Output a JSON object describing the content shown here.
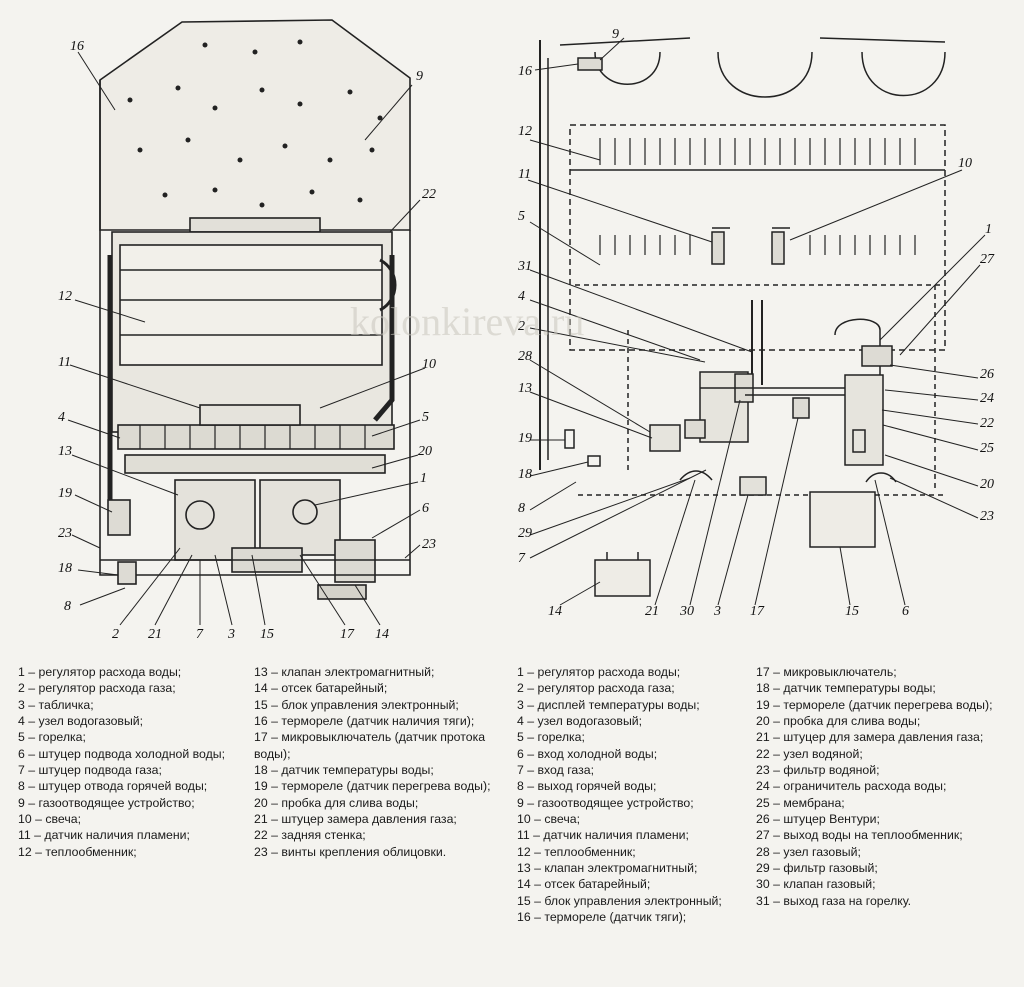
{
  "watermark": "kolonkireva.ru",
  "left_callouts": [
    "16",
    "9",
    "22",
    "12",
    "11",
    "10",
    "4",
    "5",
    "13",
    "20",
    "1",
    "19",
    "6",
    "23",
    "23",
    "18",
    "8",
    "2",
    "21",
    "7",
    "3",
    "15",
    "17",
    "14"
  ],
  "right_callouts": [
    "9",
    "16",
    "12",
    "10",
    "11",
    "5",
    "1",
    "31",
    "27",
    "4",
    "2",
    "26",
    "28",
    "24",
    "13",
    "22",
    "25",
    "19",
    "18",
    "20",
    "8",
    "23",
    "29",
    "7",
    "21",
    "30",
    "3",
    "17",
    "15",
    "6",
    "14"
  ],
  "legend_left": [
    "1 – регулятор расхода воды;",
    "2 – регулятор расхода газа;",
    "3 – табличка;",
    "4 – узел водогазовый;",
    "5 – горелка;",
    "6 – штуцер подвода холодной воды;",
    "7 – штуцер подвода газа;",
    "8 – штуцер отвода горячей воды;",
    "9 – газоотводящее устройство;",
    "10 – свеча;",
    "11 – датчик наличия пламени;",
    "12 – теплообменник;"
  ],
  "legend_left2": [
    "13 – клапан электромагнитный;",
    "14 – отсек батарейный;",
    "15 – блок управления электронный;",
    "16 – термореле (датчик наличия тяги);",
    "17 – микровыключатель (датчик протока воды);",
    "18 – датчик температуры воды;",
    "19 – термореле (датчик перегрева воды);",
    "20 – пробка для слива воды;",
    "21 – штуцер замера давления газа;",
    "22 – задняя стенка;",
    "23 – винты крепления облицовки."
  ],
  "legend_right": [
    "1 – регулятор расхода воды;",
    "2 – регулятор расхода газа;",
    "3 – дисплей температуры воды;",
    "4 – узел водогазовый;",
    "5 – горелка;",
    "6 – вход холодной воды;",
    "7 – вход газа;",
    "8 – выход горячей воды;",
    "9 – газоотводящее устройство;",
    "10 – свеча;",
    "11 – датчик наличия пламени;",
    "12 – теплообменник;",
    "13 – клапан электромагнитный;",
    "14 – отсек батарейный;",
    "15 – блок управления электронный;",
    "16 – термореле (датчик тяги);"
  ],
  "legend_right2": [
    "17 – микровыключатель;",
    "18 – датчик температуры воды;",
    "19 – термореле (датчик перегрева воды);",
    "20 – пробка для слива воды;",
    "21 – штуцер для замера давления газа;",
    "22 – узел водяной;",
    "23 – фильтр водяной;",
    "24 – ограничитель расхода воды;",
    "25 – мембрана;",
    "26 – штуцер Вентури;",
    "27 – выход воды на теплообменник;",
    "28 – узел газовый;",
    "29 – фильтр газовый;",
    "30 – клапан газовый;",
    "31 – выход газа на горелку."
  ]
}
